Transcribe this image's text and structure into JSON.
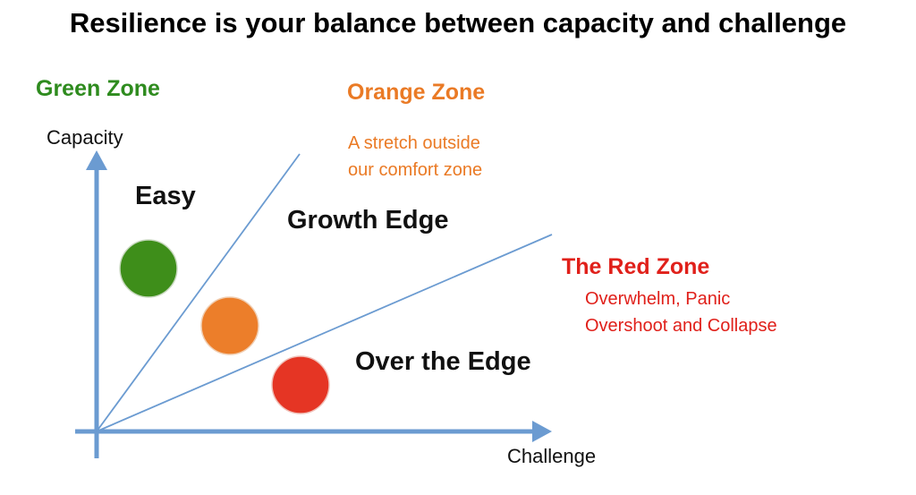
{
  "title": "Resilience is your balance between capacity and challenge",
  "axes": {
    "y_label": "Capacity",
    "x_label": "Challenge"
  },
  "zones": {
    "green": {
      "label": "Green Zone",
      "color": "#2e8b1e"
    },
    "orange": {
      "label": "Orange Zone",
      "color": "#ea7a25",
      "description_lines": [
        "A stretch outside",
        "our comfort zone"
      ]
    },
    "red": {
      "label": "The Red Zone",
      "color": "#e0201a",
      "description_lines": [
        "Overwhelm, Panic",
        "Overshoot and Collapse"
      ]
    }
  },
  "regions": {
    "easy": "Easy",
    "growth": "Growth Edge",
    "over": "Over the Edge"
  },
  "colors": {
    "axis": "#6b9bd1",
    "green_dot": "#3e8e1a",
    "orange_dot": "#ec7e2a",
    "red_dot": "#e53524"
  }
}
